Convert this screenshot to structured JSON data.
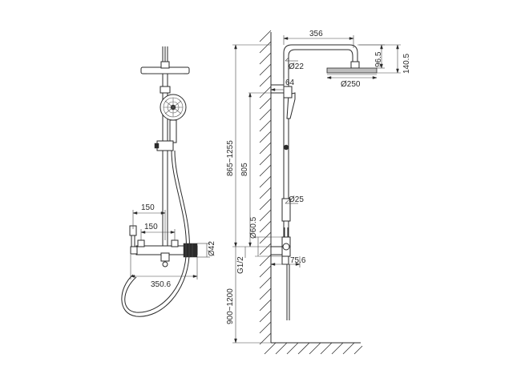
{
  "front_view": {
    "dims": {
      "inlet_spacing": "150",
      "mixer_spacing": "150",
      "total_width": "350.6",
      "body_diameter": "Ø42"
    }
  },
  "side_view": {
    "dims": {
      "arm_length": "356",
      "arm_diameter": "Ø22",
      "head_offset": "96.5",
      "head_height": "140.5",
      "head_diameter": "Ø250",
      "bracket": "64",
      "total_height": "865~1255",
      "rail_height": "805",
      "pipe_diameter": "Ø25",
      "mixer_diameter": "Ø60.5",
      "inlet_thread": "G1/2",
      "mixer_depth": "75.6",
      "install_height": "900~1200"
    }
  }
}
